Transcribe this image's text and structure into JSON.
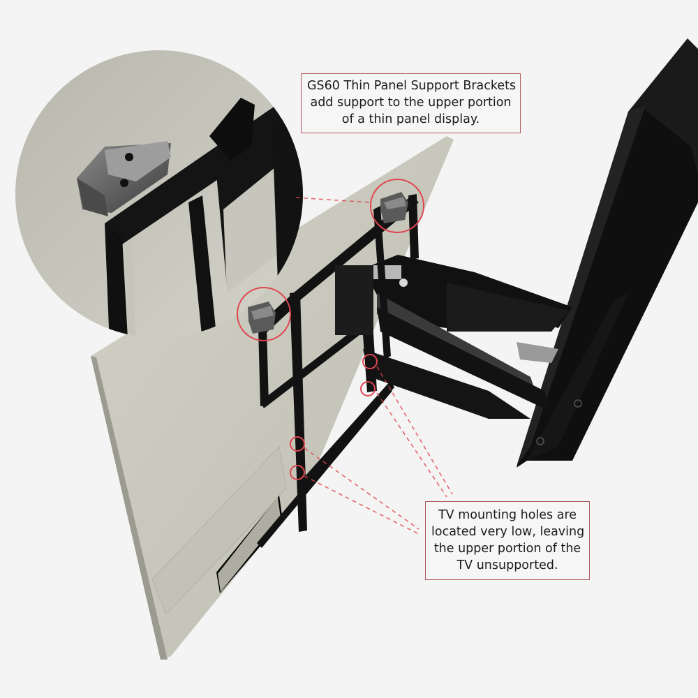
{
  "colors": {
    "background": "#f4f4f4",
    "panel": "#c9c8bd",
    "panel_shadow": "#a9a89d",
    "mount_black": "#131313",
    "bracket_gray": "#6e6e6e",
    "highlight_red": "#e0454f",
    "callout_border": "#b05a5f"
  },
  "callouts": {
    "top": {
      "lines": [
        "GS60 Thin Panel Support Brackets",
        "add support to the upper portion",
        "of a thin panel display."
      ]
    },
    "bottom": {
      "lines": [
        "TV mounting holes are",
        "located very low, leaving",
        "the upper portion of the",
        "TV unsupported."
      ]
    }
  },
  "illustration": {
    "subject": "thin-panel-tv-on-articulating-wall-mount",
    "zoom_inset": "support-bracket-detail-circle",
    "highlighted_brackets": 2,
    "highlighted_mounting_holes": 4
  }
}
